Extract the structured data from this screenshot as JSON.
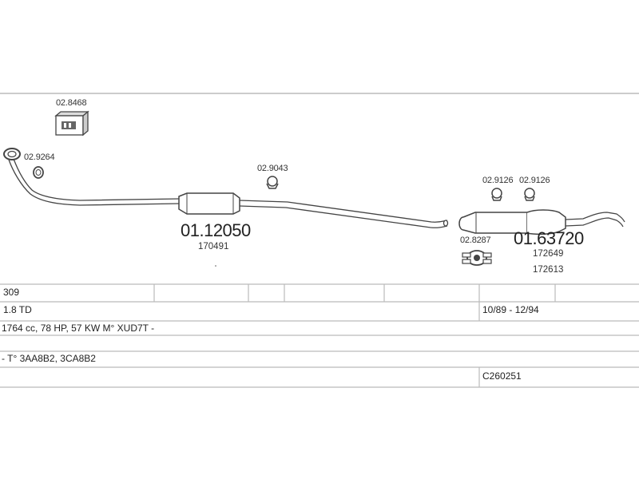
{
  "parts": {
    "kit_box": {
      "code": "02.8468"
    },
    "front_clamp": {
      "code": "02.9264"
    },
    "mid_hanger": {
      "code": "02.9043"
    },
    "middle_silencer": {
      "code": "01.12050",
      "ref": "170491"
    },
    "rear_hanger_left": {
      "code": "02.9126"
    },
    "rear_hanger_right": {
      "code": "02.9126"
    },
    "rear_clamp": {
      "code": "02.8287"
    },
    "rear_silencer": {
      "code": "01.63720",
      "refs": [
        "172649",
        "172613"
      ]
    }
  },
  "vehicle_table": {
    "model": "309",
    "engine": "1.8 TD",
    "years": "10/89 - 12/94",
    "specs": "1764 cc, 78 HP, 57 KW M° XUD7T -",
    "type_codes": "- T° 3AA8B2, 3CA8B2",
    "catalog_code": "C260251"
  },
  "colors": {
    "line": "#444444",
    "grid": "#bbbbbb"
  }
}
